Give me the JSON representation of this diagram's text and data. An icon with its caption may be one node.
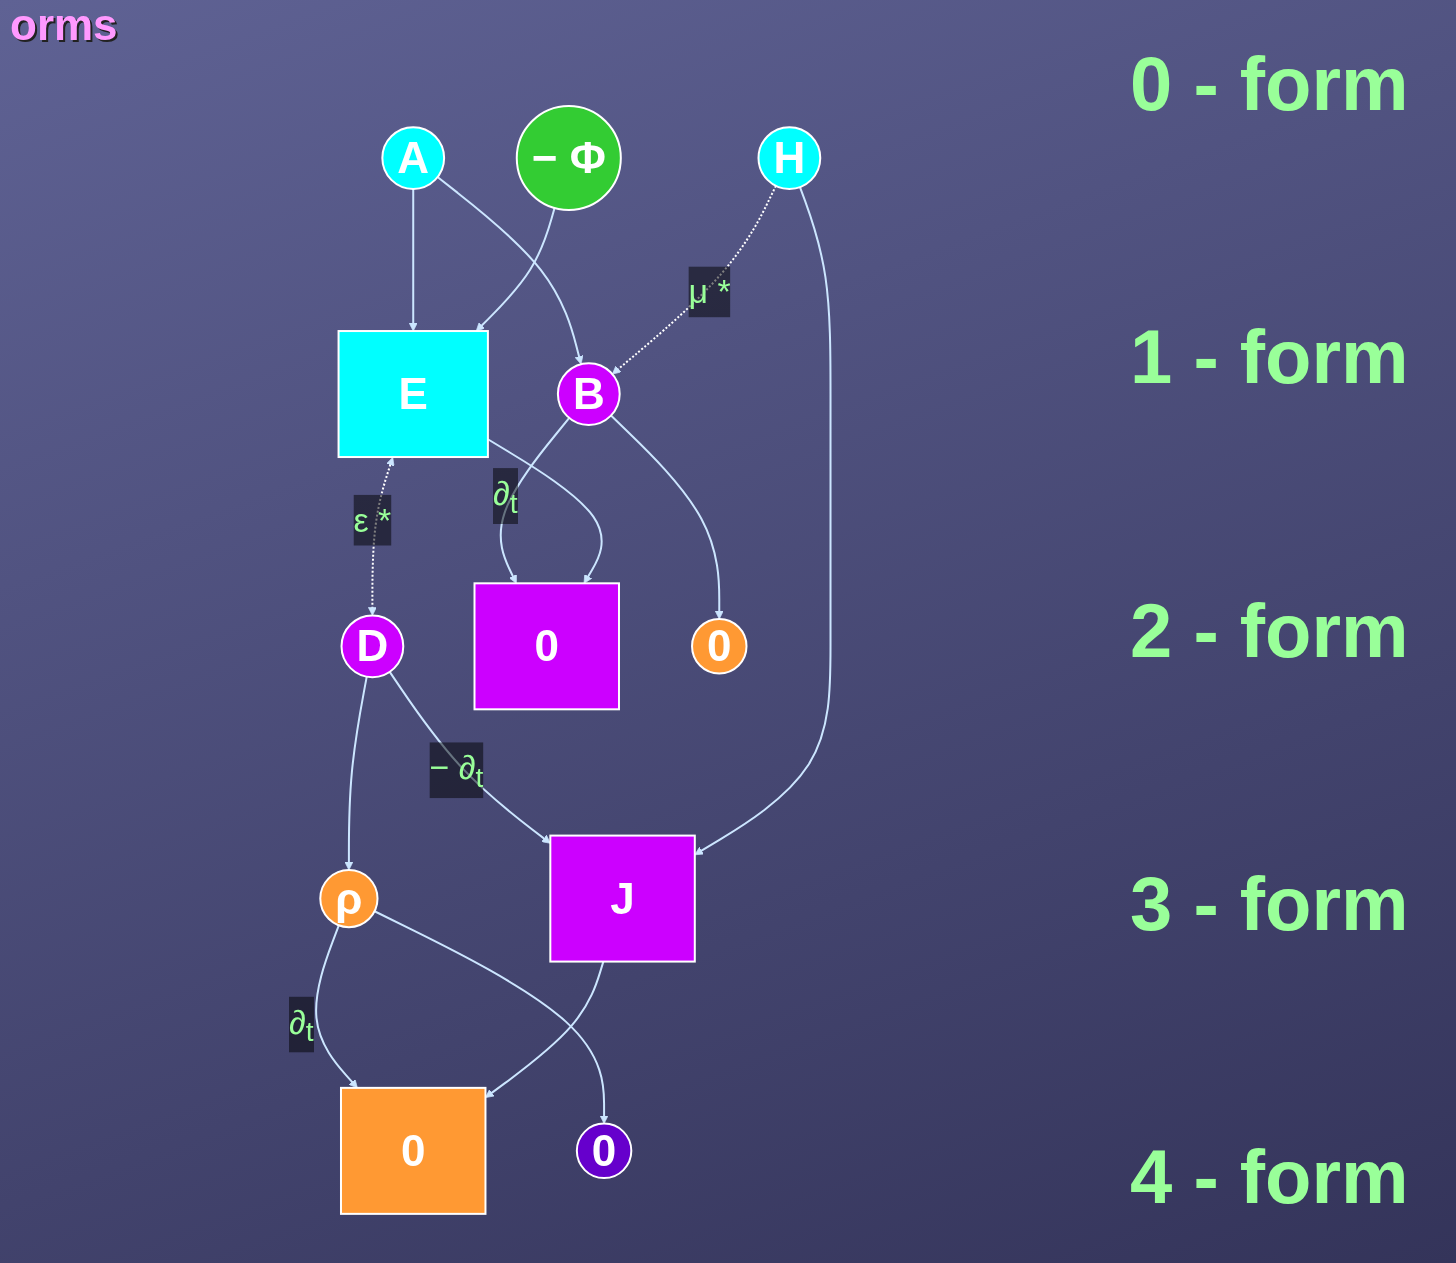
{
  "diagram": {
    "title": "orms",
    "nodes": [
      {
        "text": [
          "− Φ"
        ]
      },
      {
        "text": [
          "H"
        ]
      },
      {
        "text": [
          "A"
        ]
      },
      {
        "text": [
          "E"
        ]
      },
      {
        "text": [
          "D"
        ]
      },
      {
        "text": [
          "J"
        ]
      },
      {
        "text": [
          "B"
        ]
      },
      {
        "text": [
          "0"
        ]
      },
      {
        "text": [
          "ρ"
        ]
      },
      {
        "text": [
          "0"
        ]
      },
      {
        "text": [
          "0"
        ]
      },
      {
        "text": [
          "0"
        ]
      }
    ],
    "edges": [
      {
        "from": 0,
        "to": 3,
        "arrow": "to"
      },
      {
        "from": 2,
        "to": 3,
        "arrow": "to"
      },
      {
        "from": 3,
        "to": 4,
        "arrow": "both",
        "style": "dashed",
        "color": "#ffffff",
        "label": "ε *"
      },
      {
        "from": 1,
        "to": 6,
        "arrow": "to",
        "style": "dashed",
        "color": "#ffffff",
        "label": "μ *"
      },
      {
        "from": 1,
        "to": 5,
        "arrow": "to"
      },
      {
        "from": 2,
        "to": 6,
        "arrow": "to"
      },
      {
        "from": 3,
        "to": 7,
        "arrow": "to"
      },
      {
        "from": 4,
        "to": 5,
        "arrow": "to",
        "label": "− ∂$_{t}$"
      },
      {
        "from": 6,
        "to": 7,
        "arrow": "to",
        "label": "∂$_{t}$"
      },
      {
        "from": 4,
        "to": 8,
        "arrow": "to"
      },
      {
        "from": 5,
        "to": 9,
        "arrow": "to"
      },
      {
        "from": 6,
        "to": 10,
        "arrow": "to"
      },
      {
        "from": 8,
        "to": 9,
        "arrow": "to",
        "label": "∂$_{t}$"
      },
      {
        "from": 8,
        "to": 11,
        "arrow": "to"
      }
    ],
    "labels": [
      "0 - form",
      "1 - form",
      "2 - form",
      "3 - form",
      "4 - form"
    ]
  }
}
